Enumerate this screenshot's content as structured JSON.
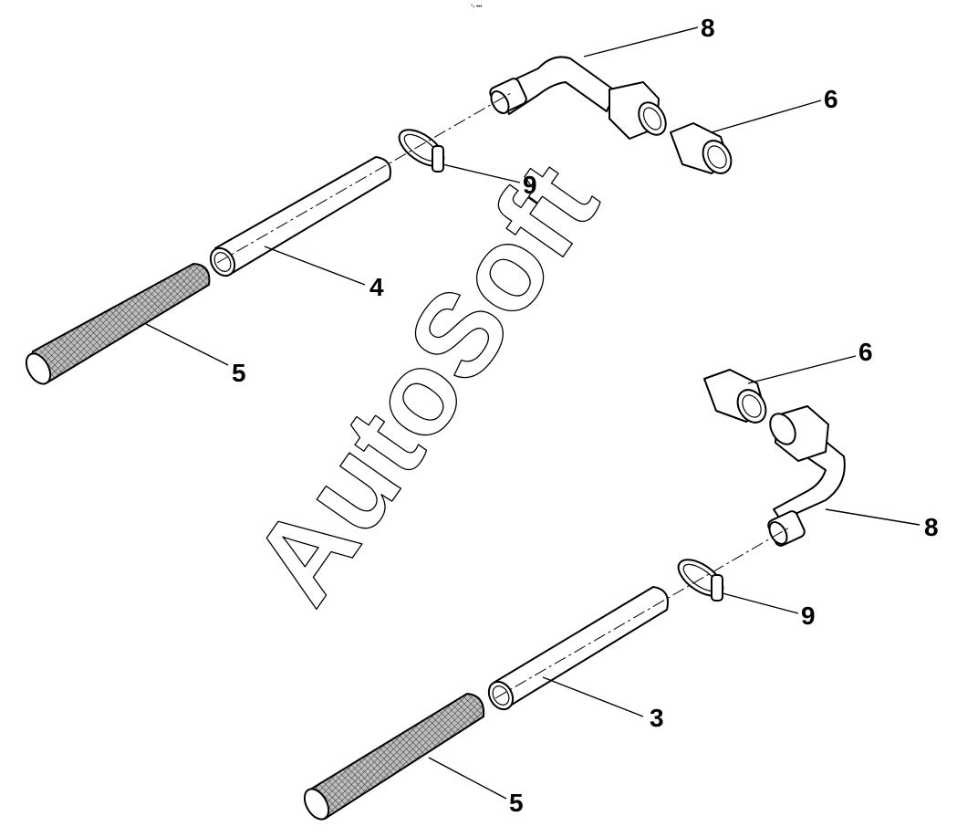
{
  "watermark": "AutoSoft",
  "header_mark": "°‹ •••",
  "callouts": {
    "top_8": "8",
    "top_6": "6",
    "top_9": "9",
    "top_4": "4",
    "top_5": "5",
    "bottom_6": "6",
    "bottom_8": "8",
    "bottom_9": "9",
    "bottom_3": "3",
    "bottom_5": "5"
  }
}
